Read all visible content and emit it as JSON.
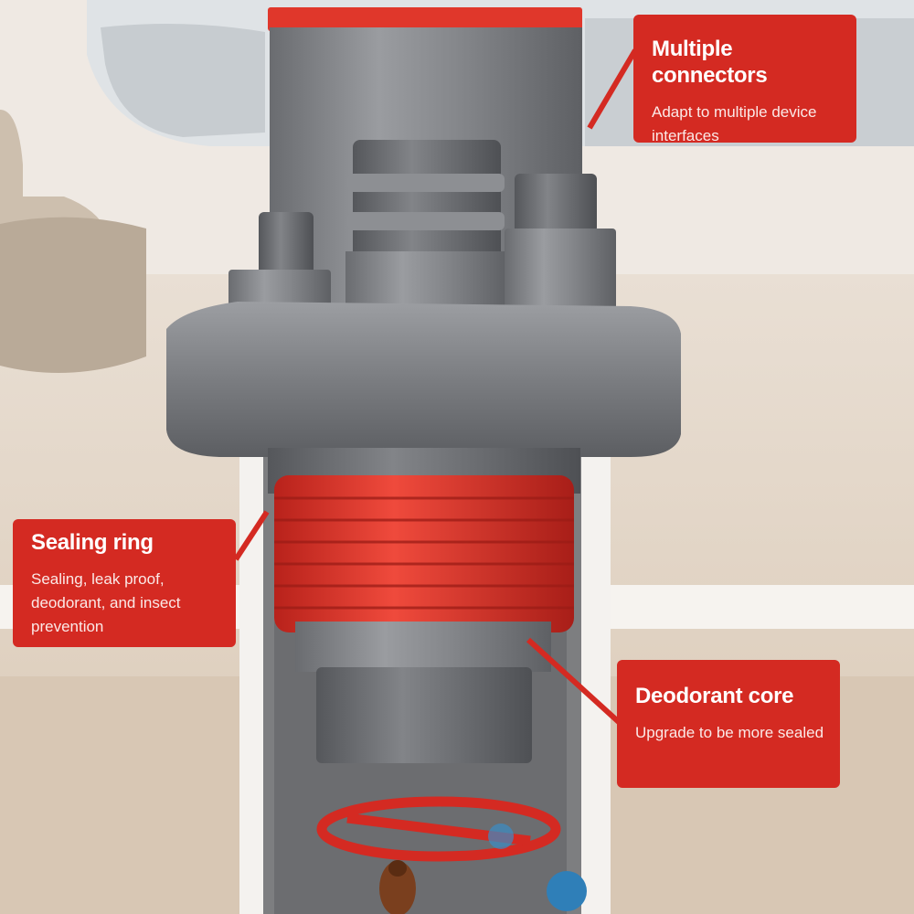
{
  "image": {
    "description": "Product photo: grey floor drain deodorant core with red sealing ring inserted into a pipe, with three red callouts",
    "colors": {
      "accent_red": "#d42a22",
      "plastic_grey": "#7d7f82",
      "seal_red": "#e03a2e",
      "background": "#efe9e3"
    },
    "icons": [
      "prohibition-icon",
      "cockroach-icon",
      "virus-icon"
    ]
  },
  "callouts": {
    "connectors": {
      "title": "Multiple connectors",
      "desc": "Adapt to multiple device interfaces"
    },
    "sealing": {
      "title": "Sealing ring",
      "desc": "Sealing, leak proof, deodorant, and insect prevention"
    },
    "core": {
      "title": "Deodorant core",
      "desc": "Upgrade to be more sealed"
    }
  }
}
